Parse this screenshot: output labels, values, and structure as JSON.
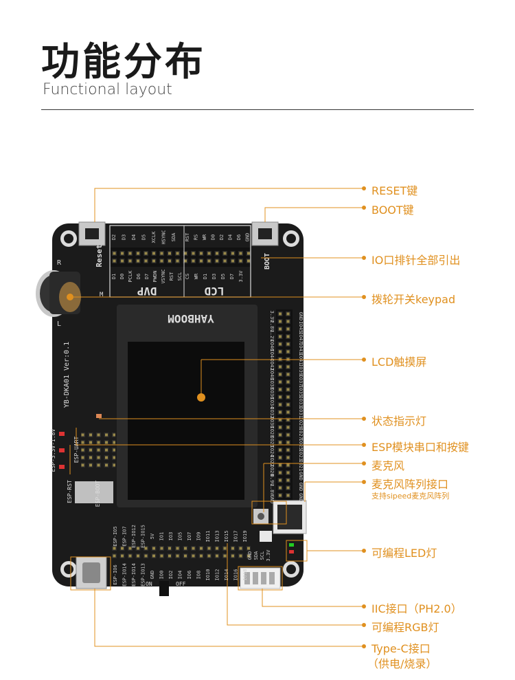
{
  "header": {
    "title": "功能分布",
    "subtitle": "Functional layout"
  },
  "colors": {
    "accent": "#e0901f",
    "board": "#1b1b1b",
    "screen": "#0c0c0c"
  },
  "board": {
    "brand": "YAHBOOM",
    "model": "YB-DKA01 Ver:0.1",
    "reset_label": "Reset",
    "boot_label": "BOOT",
    "dvp_label": "DVP",
    "lcd_label": "LCD",
    "esp_rst": "ESP-RST",
    "esp_boot": "ESP-BOOT",
    "esp_uart": "ESP-UART",
    "power_label": "ESP-3.3V-1.8V",
    "switch_on": "ON",
    "switch_off": "OFF",
    "r_mark": "R",
    "l_mark": "L",
    "m_mark": "M",
    "iic_pins": [
      "GND",
      "SDA",
      "SCL",
      "3.3V"
    ],
    "right_header_outer": [
      "GND",
      "IO45",
      "IO47",
      "IO43",
      "IO41",
      "IO39",
      "IO37",
      "IO35",
      "IO33",
      "IO31",
      "IO29",
      "IO27",
      "IO25",
      "IO23",
      "IO21",
      "GND",
      "GND",
      "GND"
    ],
    "right_header_inner": [
      "3.3V",
      "2.8V",
      "1.2V",
      "IO46",
      "IO44",
      "IO42",
      "IO40",
      "IO38",
      "IO36",
      "IO34",
      "IO32",
      "IO30",
      "IO28",
      "IO26",
      "IO24",
      "IO22",
      "IO20",
      "0.9V",
      "1.8V",
      "GND"
    ],
    "bottom_row_top": [
      "ESP-IO5",
      "ESP-IO7",
      "ESP-IO12",
      "ESP-IO15",
      "5V",
      "IO1",
      "IO3",
      "IO5",
      "IO7",
      "IO9",
      "IO11",
      "IO13",
      "IO15",
      "IO17",
      "IO19"
    ],
    "bottom_row_bottom": [
      "ESP-IO6",
      "ESP-IO14",
      "ESP-IO14",
      "ESP-IO13",
      "GND",
      "IO0",
      "IO2",
      "IO4",
      "IO6",
      "IO8",
      "IO10",
      "IO12",
      "IO14",
      "IO16",
      "IO18"
    ],
    "top_dvp_top": [
      "D2",
      "D3",
      "D4",
      "D5",
      "XCLK",
      "HSYNC",
      "SDA"
    ],
    "top_dvp_bottom": [
      "D1",
      "D0",
      "PCLK",
      "D6",
      "D7",
      "PWDN",
      "VSYNC",
      "RST",
      "SCL"
    ],
    "top_lcd_top": [
      "RST",
      "RS",
      "WR",
      "D0",
      "D2",
      "D4",
      "D6",
      "GND"
    ],
    "top_lcd_bottom": [
      "CS",
      "WR",
      "D1",
      "D3",
      "D5",
      "D7",
      "3.3V"
    ]
  },
  "callouts": [
    {
      "id": "reset",
      "text": "RESET键"
    },
    {
      "id": "boot",
      "text": "BOOT键"
    },
    {
      "id": "io",
      "text": "IO口排针全部引出"
    },
    {
      "id": "keypad",
      "text": "拨轮开关keypad"
    },
    {
      "id": "lcd",
      "text": "LCD触摸屏"
    },
    {
      "id": "status",
      "text": "状态指示灯"
    },
    {
      "id": "esp",
      "text": "ESP模块串口和按键"
    },
    {
      "id": "mic",
      "text": "麦克风"
    },
    {
      "id": "micarray",
      "text": "麦克风阵列接口",
      "sub": "支持sipeed麦克风阵列"
    },
    {
      "id": "led",
      "text": "可编程LED灯"
    },
    {
      "id": "iic",
      "text": "IIC接口（PH2.0）"
    },
    {
      "id": "rgb",
      "text": "可编程RGB灯"
    },
    {
      "id": "typec",
      "text": "Type-C接口",
      "sub": "（供电/烧录）"
    }
  ]
}
